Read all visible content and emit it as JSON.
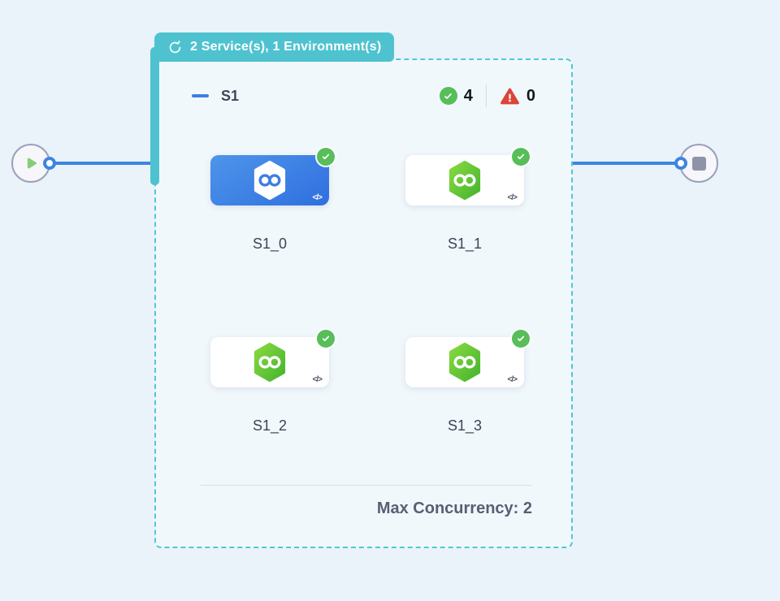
{
  "badge": {
    "label": "2 Service(s), 1 Environment(s)"
  },
  "stage": {
    "name": "S1",
    "success_count": "4",
    "error_count": "0",
    "code_icon_label": "</>",
    "max_concurrency_label": "Max Concurrency: 2",
    "services": [
      {
        "label": "S1_0",
        "status": "success",
        "selected": true
      },
      {
        "label": "S1_1",
        "status": "success",
        "selected": false
      },
      {
        "label": "S1_2",
        "status": "success",
        "selected": false
      },
      {
        "label": "S1_3",
        "status": "success",
        "selected": false
      }
    ]
  },
  "icons": {
    "badge": "cycle-icon",
    "start_node": "play-icon",
    "end_node": "stop-icon",
    "success": "check-circle-icon",
    "error": "warning-triangle-icon",
    "service": "hexagon-infinity-icon",
    "code": "code-icon",
    "collapse": "minus-icon"
  },
  "colors": {
    "canvas_bg": "#E9F3F9",
    "accent_teal": "#4EC3CF",
    "selected_blue": "#3B82E4",
    "edge_blue": "#3D85E2",
    "success_green": "#57BE59",
    "error_red": "#DC4537",
    "text_dark": "#424758",
    "text_muted": "#5A5E73"
  }
}
